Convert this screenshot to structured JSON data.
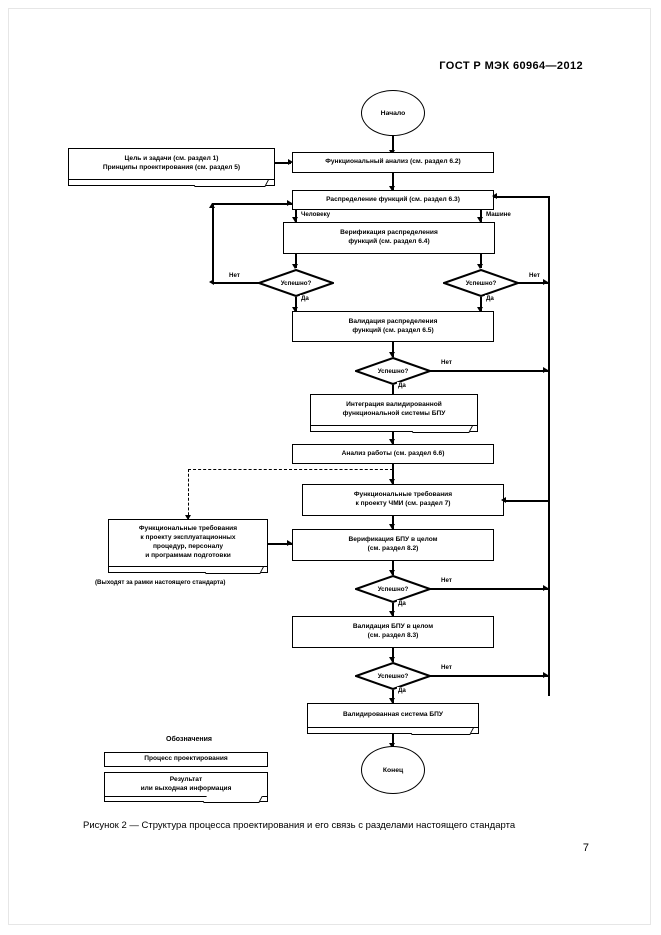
{
  "document": {
    "standard_header": "ГОСТ Р МЭК  60964—2012",
    "page_number": "7",
    "figure_caption": "Рисунок 2 — Структура процесса проектирования и его связь с разделами настоящего стандарта"
  },
  "chart_data": {
    "type": "diagram",
    "title": "Структура процесса проектирования и его связь с разделами настоящего стандарта",
    "nodes": {
      "start": "Начало",
      "goals": "Цель и задачи (см. раздел 1)\nПринципы проектирования (см. раздел 5)",
      "functional_analysis": "Функциональный анализ (см. раздел 6.2)",
      "function_allocation": "Распределение функций (см. раздел 6.3)",
      "verification_allocation": "Верификация распределения\nфункций (см. раздел 6.4)",
      "validation_allocation": "Валидация распределения\nфункций (см. раздел 6.5)",
      "integration": "Интеграция валидированной\nфункциональной системы БПУ",
      "work_analysis": "Анализ работы (см. раздел 6.6)",
      "hmi_requirements": "Функциональные требования\nк проекту ЧМИ (см. раздел 7)",
      "operational_requirements": "Функциональные требования\nк проекту эксплуатационных\nпроцедур, персоналу\nи программам подготовки",
      "verification_whole": "Верификация БПУ в целом\n(см. раздел 8.2)",
      "validation_whole": "Валидация БПУ в целом\n(см. раздел 8.3)",
      "validated_system": "Валидированная система БПУ",
      "end": "Конец"
    },
    "decisions": {
      "d_human": "Успешно?",
      "d_machine": "Успешно?",
      "d_validation": "Успешно?",
      "d_verify_whole": "Успешно?",
      "d_validate_whole": "Успешно?"
    },
    "edge_labels": {
      "to_human": "Человеку",
      "to_machine": "Машине",
      "no_human": "Нет",
      "yes_human": "Да",
      "no_machine": "Нет",
      "yes_machine": "Да",
      "no_validation": "Нет",
      "yes_validation": "Да",
      "no_verify_whole": "Нет",
      "yes_verify_whole": "Да",
      "no_validate_whole": "Нет",
      "yes_validate_whole": "Да"
    },
    "notes": {
      "out_of_scope": "(Выходят за рамки настоящего стандарта)"
    },
    "legend": {
      "title": "Обозначения",
      "process": "Процесс проектирования",
      "result": "Результат\nили выходная информация"
    }
  }
}
